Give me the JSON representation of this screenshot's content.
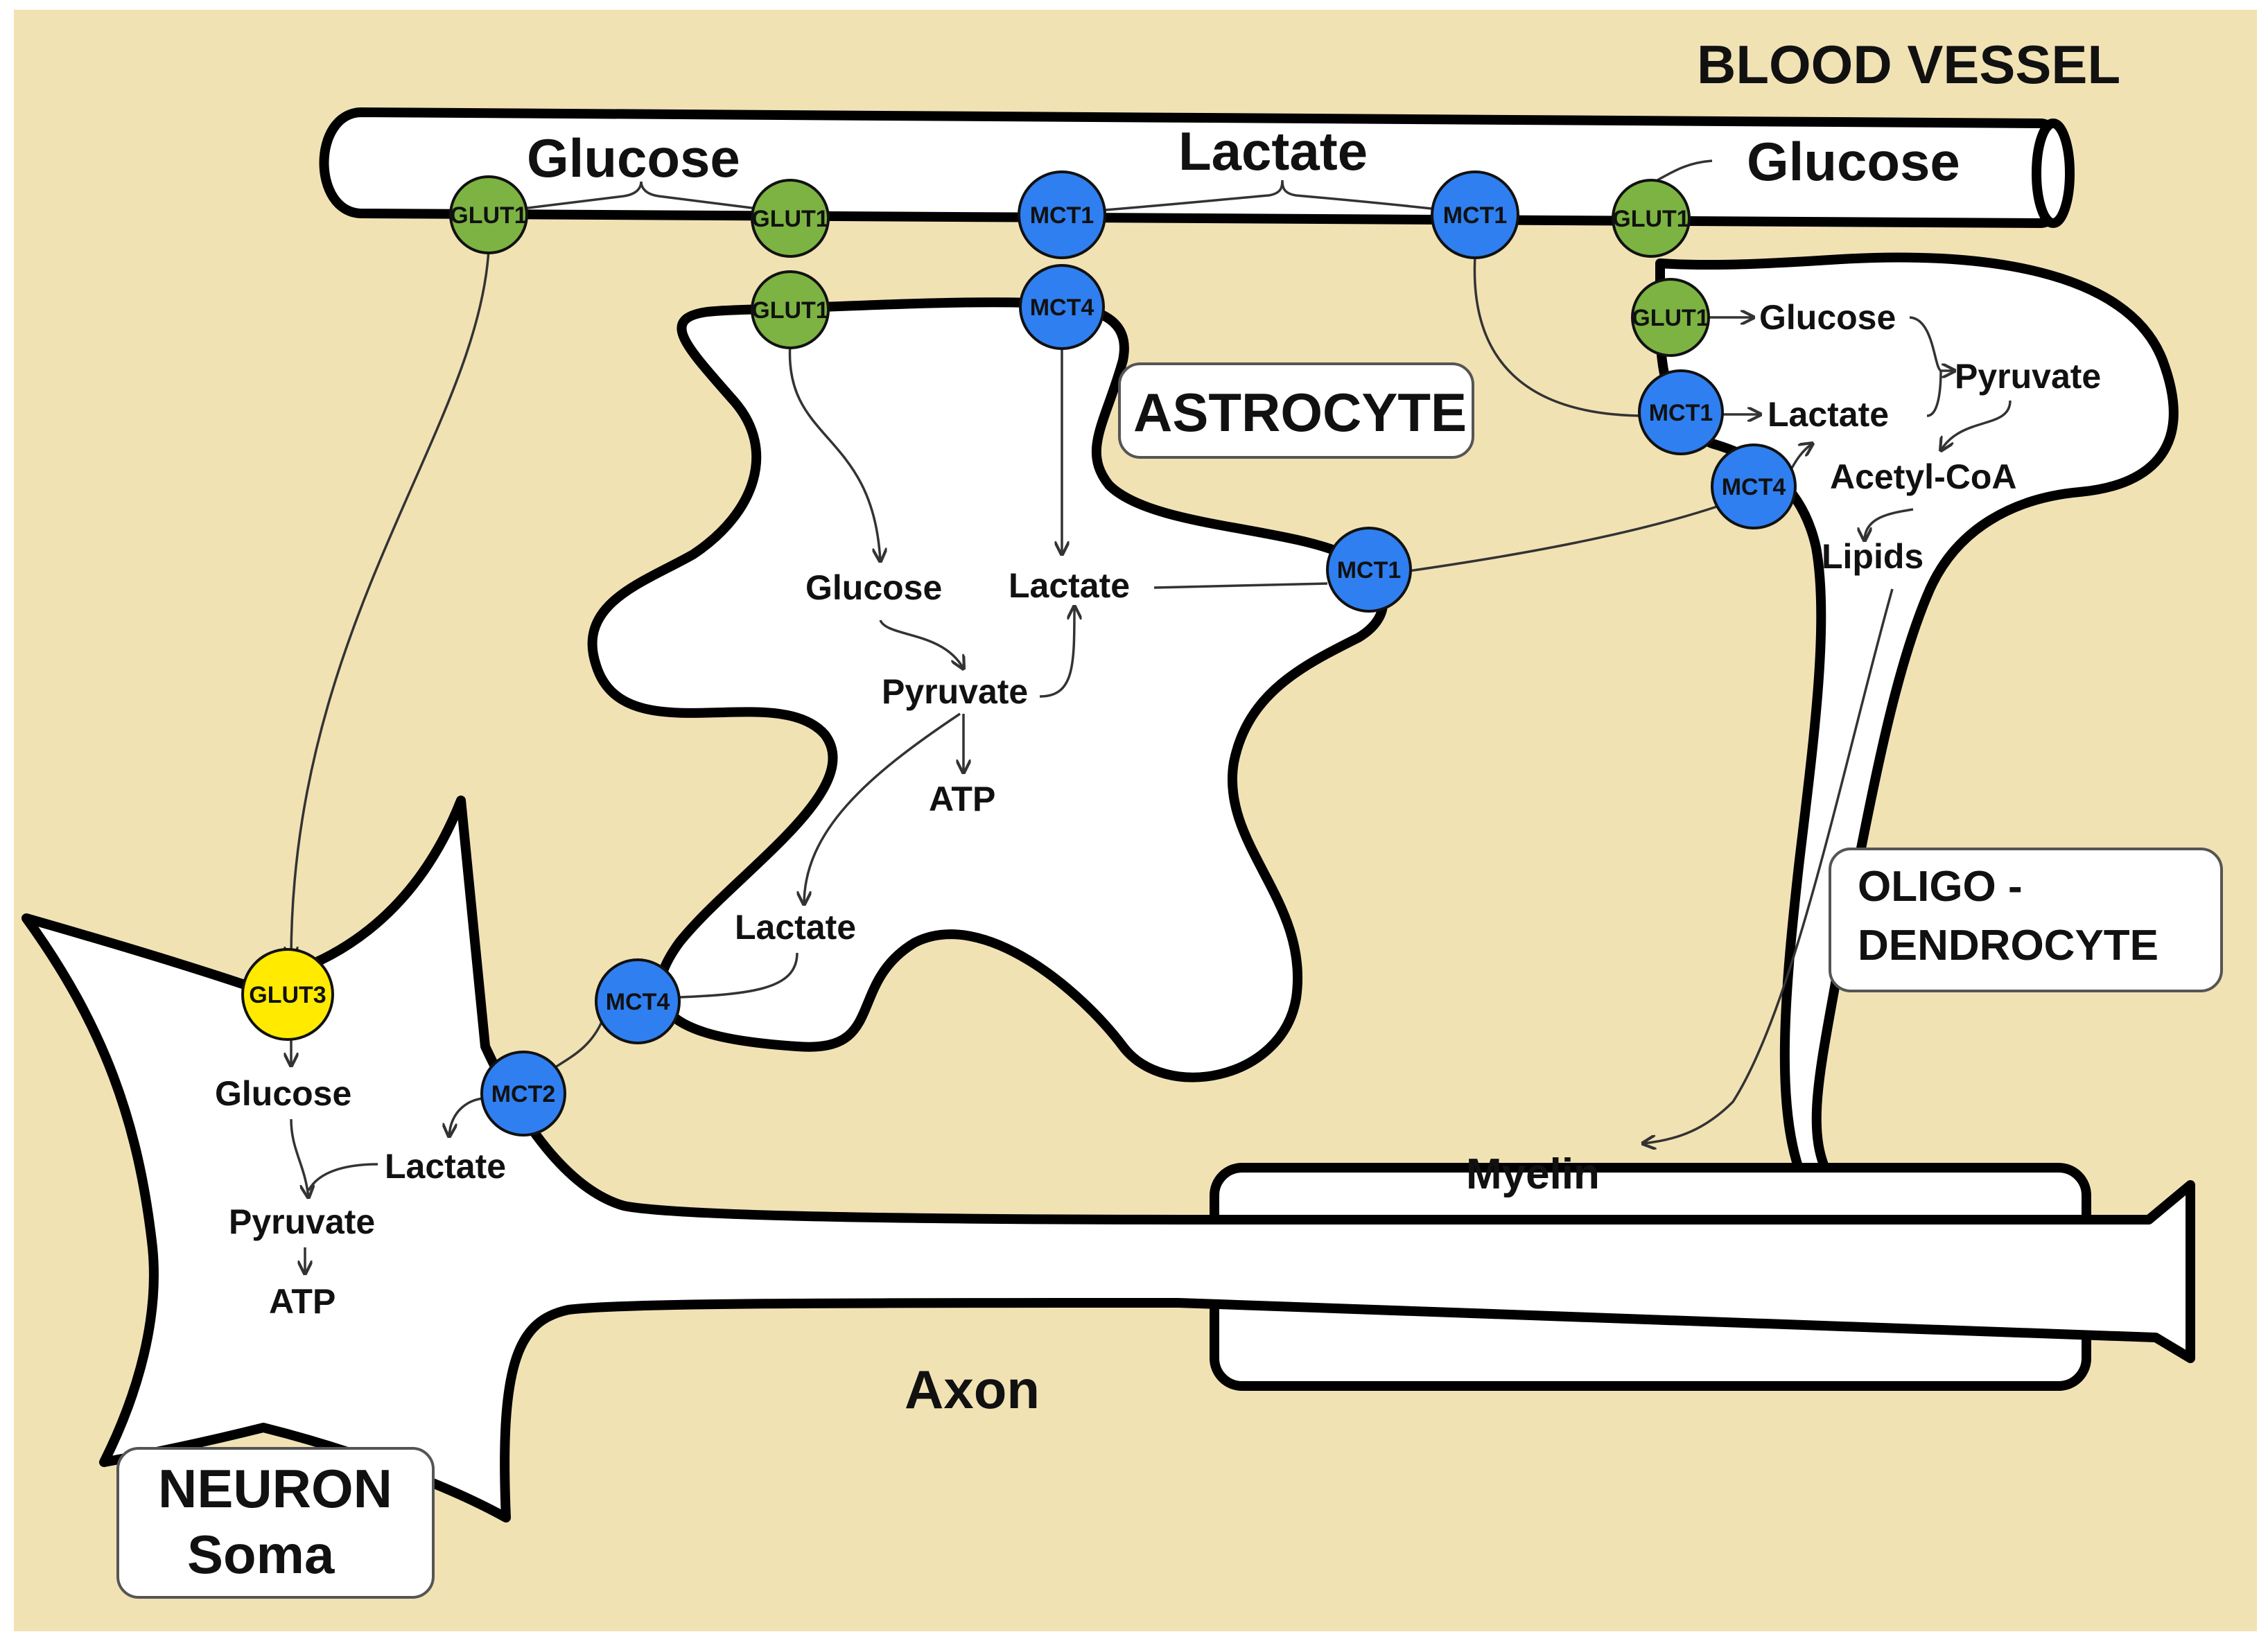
{
  "colors": {
    "background": "#f1e2b4",
    "glut1": "#7cb342",
    "glut3": "#ffea00",
    "mct": "#2f7ff0",
    "cell_fill": "#ffffff",
    "outline": "#000000"
  },
  "titles": {
    "blood_vessel": "BLOOD VESSEL",
    "astrocyte": "ASTROCYTE",
    "oligo_line1": "OLIGO -",
    "oligo_line2": "DENDROCYTE",
    "neuron_line1": "NEURON",
    "neuron_line2": "Soma",
    "axon": "Axon",
    "myelin": "Myelin"
  },
  "vessel": {
    "glucose_left": "Glucose",
    "lactate": "Lactate",
    "glucose_right": "Glucose"
  },
  "transporters": {
    "glut1": "GLUT1",
    "glut3": "GLUT3",
    "mct1": "MCT1",
    "mct2": "MCT2",
    "mct4": "MCT4"
  },
  "astrocyte": {
    "glucose": "Glucose",
    "lactate": "Lactate",
    "pyruvate": "Pyruvate",
    "atp": "ATP",
    "lactate_out": "Lactate"
  },
  "oligodendrocyte": {
    "glucose": "Glucose",
    "lactate": "Lactate",
    "pyruvate": "Pyruvate",
    "acetyl_coa": "Acetyl-CoA",
    "lipids": "Lipids"
  },
  "neuron": {
    "glucose": "Glucose",
    "lactate": "Lactate",
    "pyruvate": "Pyruvate",
    "atp": "ATP"
  }
}
